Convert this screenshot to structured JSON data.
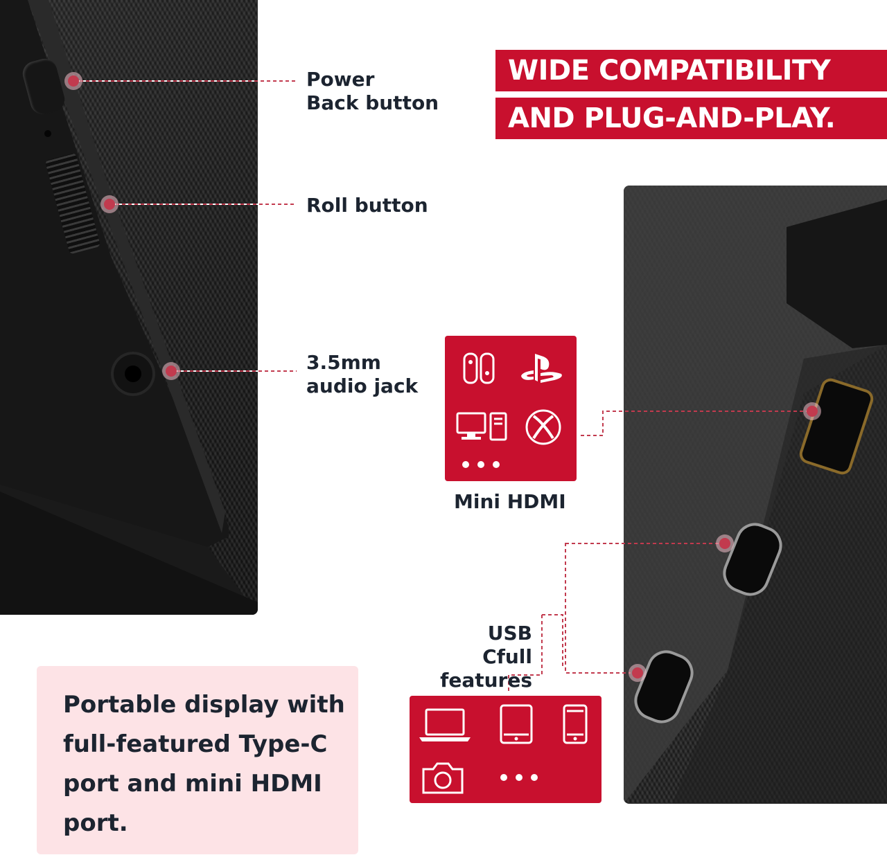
{
  "banner": {
    "line1": "WIDE COMPATIBILITY",
    "line2": "AND PLUG-AND-PLAY."
  },
  "callouts": {
    "power": "Power\nBack button",
    "roll": "Roll button",
    "audio": "3.5mm\naudio jack",
    "mini_hdmi": "Mini HDMI",
    "usbc": "USB Cfull\nfeatures"
  },
  "description": "Portable display with full-featured Type-C port and mini HDMI port.",
  "hdmi_devices": [
    "switch-icon",
    "playstation-icon",
    "desktop-pc-icon",
    "xbox-icon",
    "more-icon"
  ],
  "usbc_devices": [
    "laptop-icon",
    "tablet-icon",
    "phone-icon",
    "camera-icon",
    "more-icon"
  ],
  "colors": {
    "accent_red": "#c8102e",
    "pink_bg": "#fde3e6",
    "device_black": "#1e1e1e"
  }
}
